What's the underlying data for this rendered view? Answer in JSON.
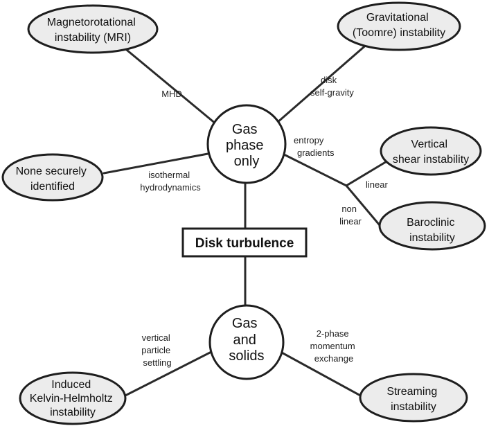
{
  "title": "Disk turbulence",
  "hubs": {
    "gas_only": [
      "Gas",
      "phase",
      "only"
    ],
    "gas_solids": [
      "Gas",
      "and",
      "solids"
    ]
  },
  "nodes": {
    "mri": [
      "Magnetorotational",
      "instability (MRI)"
    ],
    "toomre": [
      "Gravitational",
      "(Toomre) instability"
    ],
    "none": [
      "None securely",
      "identified"
    ],
    "vsi": [
      "Vertical",
      "shear instability"
    ],
    "baroclinic": [
      "Baroclinic",
      "instability"
    ],
    "kh": [
      "Induced",
      "Kelvin-Helmholtz",
      "instability"
    ],
    "streaming": [
      "Streaming",
      "instability"
    ]
  },
  "edges": {
    "mhd": [
      "MHD"
    ],
    "self_gravity": [
      "disk",
      "self-gravity"
    ],
    "entropy": [
      "entropy",
      "gradients"
    ],
    "isothermal": [
      "isothermal",
      "hydrodynamics"
    ],
    "linear": [
      "linear"
    ],
    "nonlinear": [
      "non",
      "linear"
    ],
    "settling": [
      "vertical",
      "particle",
      "settling"
    ],
    "momentum": [
      "2-phase",
      "momentum",
      "exchange"
    ]
  }
}
